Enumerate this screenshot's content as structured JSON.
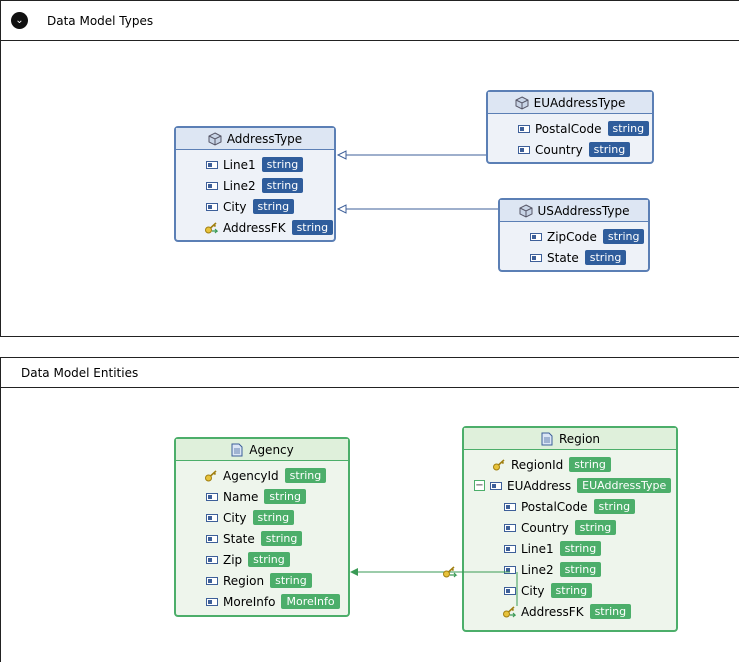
{
  "types_panel": {
    "title": "Data Model Types",
    "types": {
      "address": {
        "name": "AddressType",
        "fields": [
          {
            "name": "Line1",
            "type": "string",
            "icon": "field-icon"
          },
          {
            "name": "Line2",
            "type": "string",
            "icon": "field-icon"
          },
          {
            "name": "City",
            "type": "string",
            "icon": "field-icon"
          },
          {
            "name": "AddressFK",
            "type": "string",
            "icon": "foreign-key-icon"
          }
        ]
      },
      "eu_address": {
        "name": "EUAddressType",
        "fields": [
          {
            "name": "PostalCode",
            "type": "string",
            "icon": "field-icon"
          },
          {
            "name": "Country",
            "type": "string",
            "icon": "field-icon"
          }
        ]
      },
      "us_address": {
        "name": "USAddressType",
        "fields": [
          {
            "name": "ZipCode",
            "type": "string",
            "icon": "field-icon"
          },
          {
            "name": "State",
            "type": "string",
            "icon": "field-icon"
          }
        ]
      }
    }
  },
  "entities_panel": {
    "title": "Data Model Entities",
    "entities": {
      "agency": {
        "name": "Agency",
        "fields": [
          {
            "name": "AgencyId",
            "type": "string",
            "icon": "key-icon"
          },
          {
            "name": "Name",
            "type": "string",
            "icon": "field-icon"
          },
          {
            "name": "City",
            "type": "string",
            "icon": "field-icon"
          },
          {
            "name": "State",
            "type": "string",
            "icon": "field-icon"
          },
          {
            "name": "Zip",
            "type": "string",
            "icon": "field-icon"
          },
          {
            "name": "Region",
            "type": "string",
            "icon": "field-icon"
          },
          {
            "name": "MoreInfo",
            "type": "MoreInfo",
            "icon": "field-icon"
          }
        ]
      },
      "region": {
        "name": "Region",
        "key_field": {
          "name": "RegionId",
          "type": "string"
        },
        "composite_field": {
          "name": "EUAddress",
          "type": "EUAddressType",
          "expander": "−"
        },
        "sub_fields": [
          {
            "name": "PostalCode",
            "type": "string",
            "icon": "field-icon"
          },
          {
            "name": "Country",
            "type": "string",
            "icon": "field-icon"
          },
          {
            "name": "Line1",
            "type": "string",
            "icon": "field-icon"
          },
          {
            "name": "Line2",
            "type": "string",
            "icon": "field-icon"
          },
          {
            "name": "City",
            "type": "string",
            "icon": "field-icon"
          },
          {
            "name": "AddressFK",
            "type": "string",
            "icon": "foreign-key-icon"
          }
        ]
      }
    }
  },
  "colors": {
    "type_border": "#5b7fb5",
    "type_tag": "#2f5d9c",
    "entity_border": "#4cae6a",
    "entity_tag": "#4cae6a",
    "connector_type": "#3d5f99",
    "connector_entity": "#3a9a55"
  }
}
